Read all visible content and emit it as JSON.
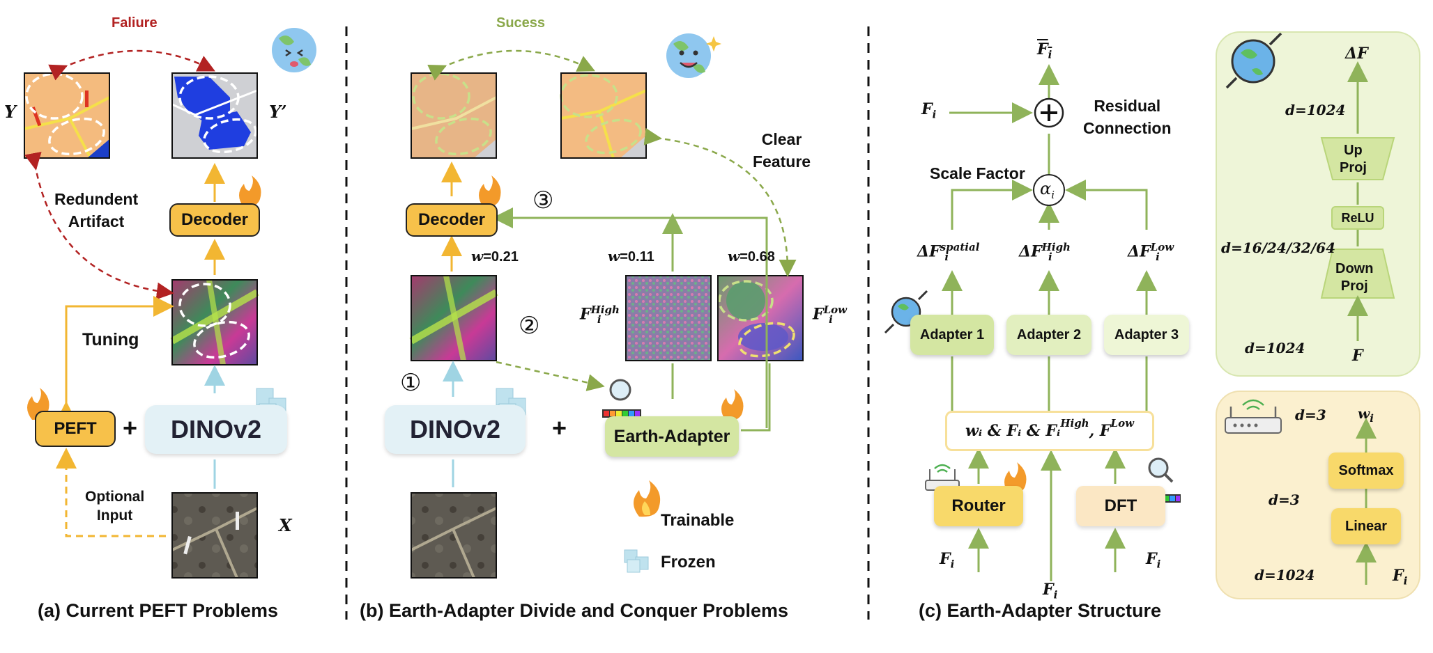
{
  "panel_a": {
    "caption": "(a) Current PEFT Problems",
    "failure_label": "Faliure",
    "y_label": "Y",
    "y_prime_label": "Y’",
    "redundant_label": "Redundent\nArtifact",
    "decoder_label": "Decoder",
    "tuning_label": "Tuning",
    "peft_label": "PEFT",
    "plus": "+",
    "dinov2_label": "DINOv2",
    "optional_label": "Optional\nInput",
    "x_label": "X"
  },
  "panel_b": {
    "caption": "(b) Earth-Adapter Divide and Conquer Problems",
    "success_label": "Sucess",
    "clear_label": "Clear\nFeature",
    "decoder_label": "Decoder",
    "step3": "③",
    "step2": "②",
    "step1": "①",
    "w1_label": "w",
    "w1_value": "=0.21",
    "w2_label": "w",
    "w2_value": "=0.11",
    "w3_label": "w",
    "w3_value": "=0.68",
    "f_high_base": "F",
    "f_high_sub": "i",
    "f_high_sup": "High",
    "f_low_base": "F",
    "f_low_sub": "i",
    "f_low_sup": "Low",
    "dinov2_label": "DINOv2",
    "plus": "+",
    "earth_adapter_label": "Earth-Adapter",
    "trainable_label": "Trainable",
    "frozen_label": "Frozen"
  },
  "panel_c": {
    "caption": "(c) Earth-Adapter Structure",
    "fbar_base": "F",
    "fbar_sub": "i",
    "fi_base": "F",
    "fi_sub": "i",
    "residual_label": "Residual\nConnection",
    "scale_label": "Scale Factor",
    "alpha_base": "α",
    "alpha_sub": "i",
    "dF_spatial_sup": "spatial",
    "dF_high_sup": "High",
    "dF_low_sup": "Low",
    "dF_base": "ΔF",
    "dF_sub": "i",
    "adapter1": "Adapter 1",
    "adapter2": "Adapter 2",
    "adapter3": "Adapter 3",
    "mix_text": "wᵢ & Fᵢ & Fᵢ",
    "router_label": "Router",
    "dft_label": "DFT"
  },
  "panel_d": {
    "delta_f": "ΔF",
    "d1024_top": "d=1024",
    "up_proj": "Up\nProj",
    "relu": "ReLU",
    "d_mid": "d=16/24/32/64",
    "down_proj": "Down\nProj",
    "d1024_bottom": "d=1024",
    "f_in": "F"
  },
  "panel_e": {
    "d3_top": "d=3",
    "wi_base": "w",
    "wi_sub": "i",
    "softmax": "Softmax",
    "d3_mid": "d=3",
    "linear": "Linear",
    "d1024": "d=1024",
    "fi_base": "F",
    "fi_sub": "i"
  },
  "colors": {
    "orange_box": "#f7c14a",
    "blue_box": "#e3f1f6",
    "green_box": "#d4e6a2",
    "green_arrow": "#8fb35a",
    "red_dashed": "#b22222",
    "yellow_arrow": "#f2b632",
    "light_blue_arrow": "#9fd4e3",
    "panel_green": "#eef5d8",
    "panel_yellow": "#fbf0cf"
  }
}
